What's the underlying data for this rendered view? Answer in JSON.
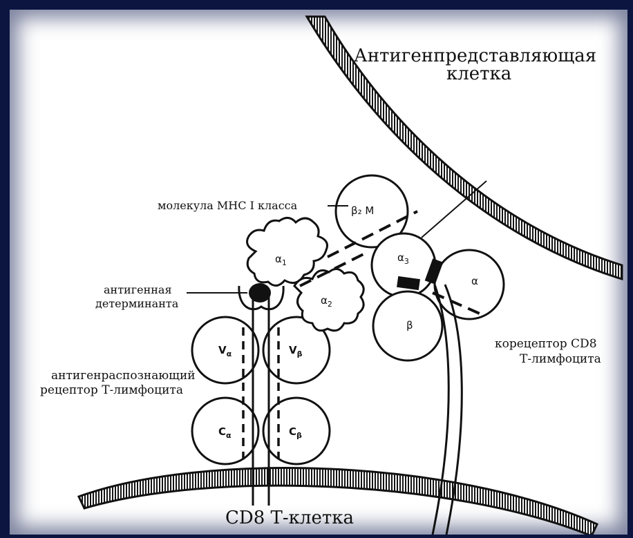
{
  "apc_label_line1": "Антигенпредставляющая",
  "apc_label_line2": "клетка",
  "mhc_label": "молекула МНС I класса",
  "antigen_label_line1": "антигенная",
  "antigen_label_line2": "детерминанта",
  "tcr_label_line1": "антигенраспознающий",
  "tcr_label_line2": "рецептор Т-лимфоцита",
  "cd8_label_line1": "корецептор CD8",
  "cd8_label_line2": "Т-лимфоцита",
  "tcell_label": "CD8 Т-клетка",
  "domains": {
    "b2m": "β₂ M",
    "a1_main": "α",
    "a1_sub": "1",
    "a2_main": "α",
    "a2_sub": "2",
    "a3_main": "α",
    "a3_sub": "3",
    "cd8_alpha": "α",
    "cd8_beta": "β",
    "va_main": "V",
    "va_sub": "α",
    "vb_main": "V",
    "vb_sub": "β",
    "ca_main": "C",
    "ca_sub": "α",
    "cb_main": "C",
    "cb_sub": "β"
  },
  "colors": {
    "frame": "#0b1540",
    "canvas": "#ffffff",
    "ink": "#111111"
  }
}
